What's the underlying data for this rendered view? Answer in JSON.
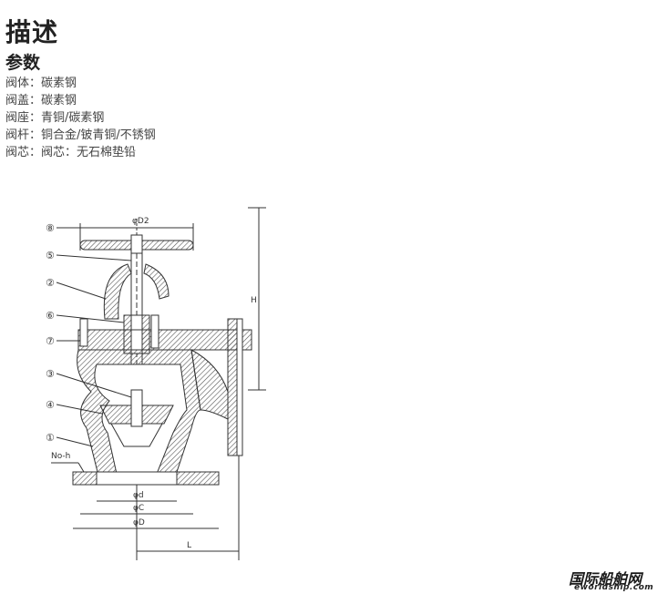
{
  "page": {
    "title": "描述",
    "section_title": "参数"
  },
  "specs": [
    {
      "text": "阀体：碳素钢"
    },
    {
      "text": "阀盖：碳素钢"
    },
    {
      "text": "阀座：青铜/碳素钢"
    },
    {
      "text": "阀杆：铜合金/铍青铜/不锈钢"
    },
    {
      "text": "阀芯：阀芯：无石棉垫铅"
    }
  ],
  "drawing": {
    "callouts": [
      "⑧",
      "⑤",
      "②",
      "⑥",
      "⑦",
      "③",
      "④",
      "①"
    ],
    "label_d2": "φD2",
    "label_h": "H",
    "label_noh": "No-h",
    "label_d": "φd",
    "label_c": "φC",
    "label_dd": "φD",
    "label_l": "L"
  },
  "watermark": {
    "cn": "国际船舶网",
    "en": "eworldship.com"
  },
  "colors": {
    "line": "#333333",
    "hatch": "#555555",
    "text": "#444444"
  }
}
